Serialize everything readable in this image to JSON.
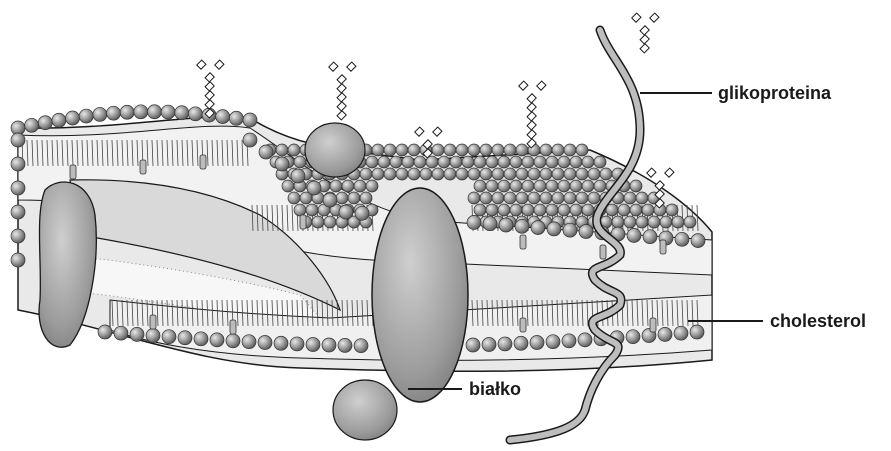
{
  "diagram": {
    "labels": {
      "glycoprotein": "glikoproteina",
      "cholesterol": "cholesterol",
      "protein": "białko"
    },
    "colors": {
      "background": "#ffffff",
      "lipid_head": "#8c8c8c",
      "protein": "#9a9a9a",
      "membrane_face": "#ececec",
      "outline": "#1a1a1a"
    }
  }
}
